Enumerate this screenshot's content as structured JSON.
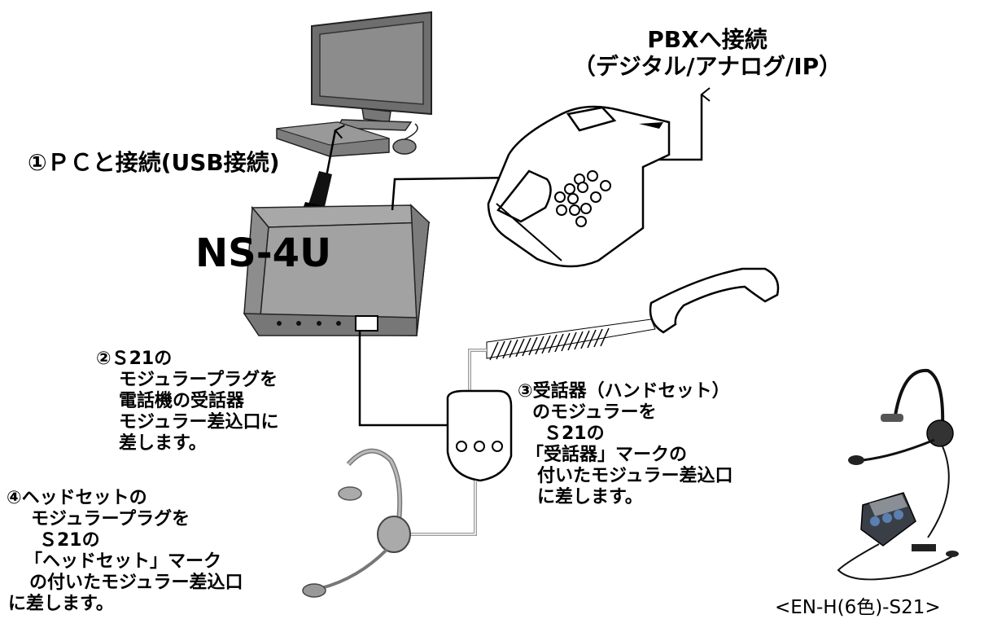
{
  "pc_connection_label": "①ＰＣと接続(USB接続)",
  "pbx_label": {
    "line1": "PBXへ接続",
    "line2": "（デジタル/アナログ/IP）"
  },
  "device_name": "NS-4U",
  "step2_lines": [
    "②Ｓ21の",
    "モジュラープラグを",
    "電話機の受話器",
    "モジュラー差込口に",
    "差します。"
  ],
  "step3_lines": [
    "③受話器（ハンドセット）",
    "のモジュラーを",
    "Ｓ21の",
    "「受話器」マークの",
    "付いたモジュラー差込口",
    "に差します。"
  ],
  "step4_lines": [
    "④ヘッドセットの",
    "モジュラープラグを",
    "Ｓ21の",
    "「ヘッドセット」マーク",
    "の付いたモジュラー差込口",
    "に差します。"
  ],
  "product_caption": "<EN-H(6色)-S21>",
  "icons": [
    "desktop-pc-icon",
    "ns4u-box-icon",
    "desk-phone-icon",
    "handset-icon",
    "s21-adapter-icon",
    "headset-icon",
    "product-photo-icon"
  ],
  "colors": {
    "box_top": "#a6a6a6",
    "box_front": "#7a7a7a",
    "line": "#000000",
    "cable": "#b0b0b0"
  }
}
